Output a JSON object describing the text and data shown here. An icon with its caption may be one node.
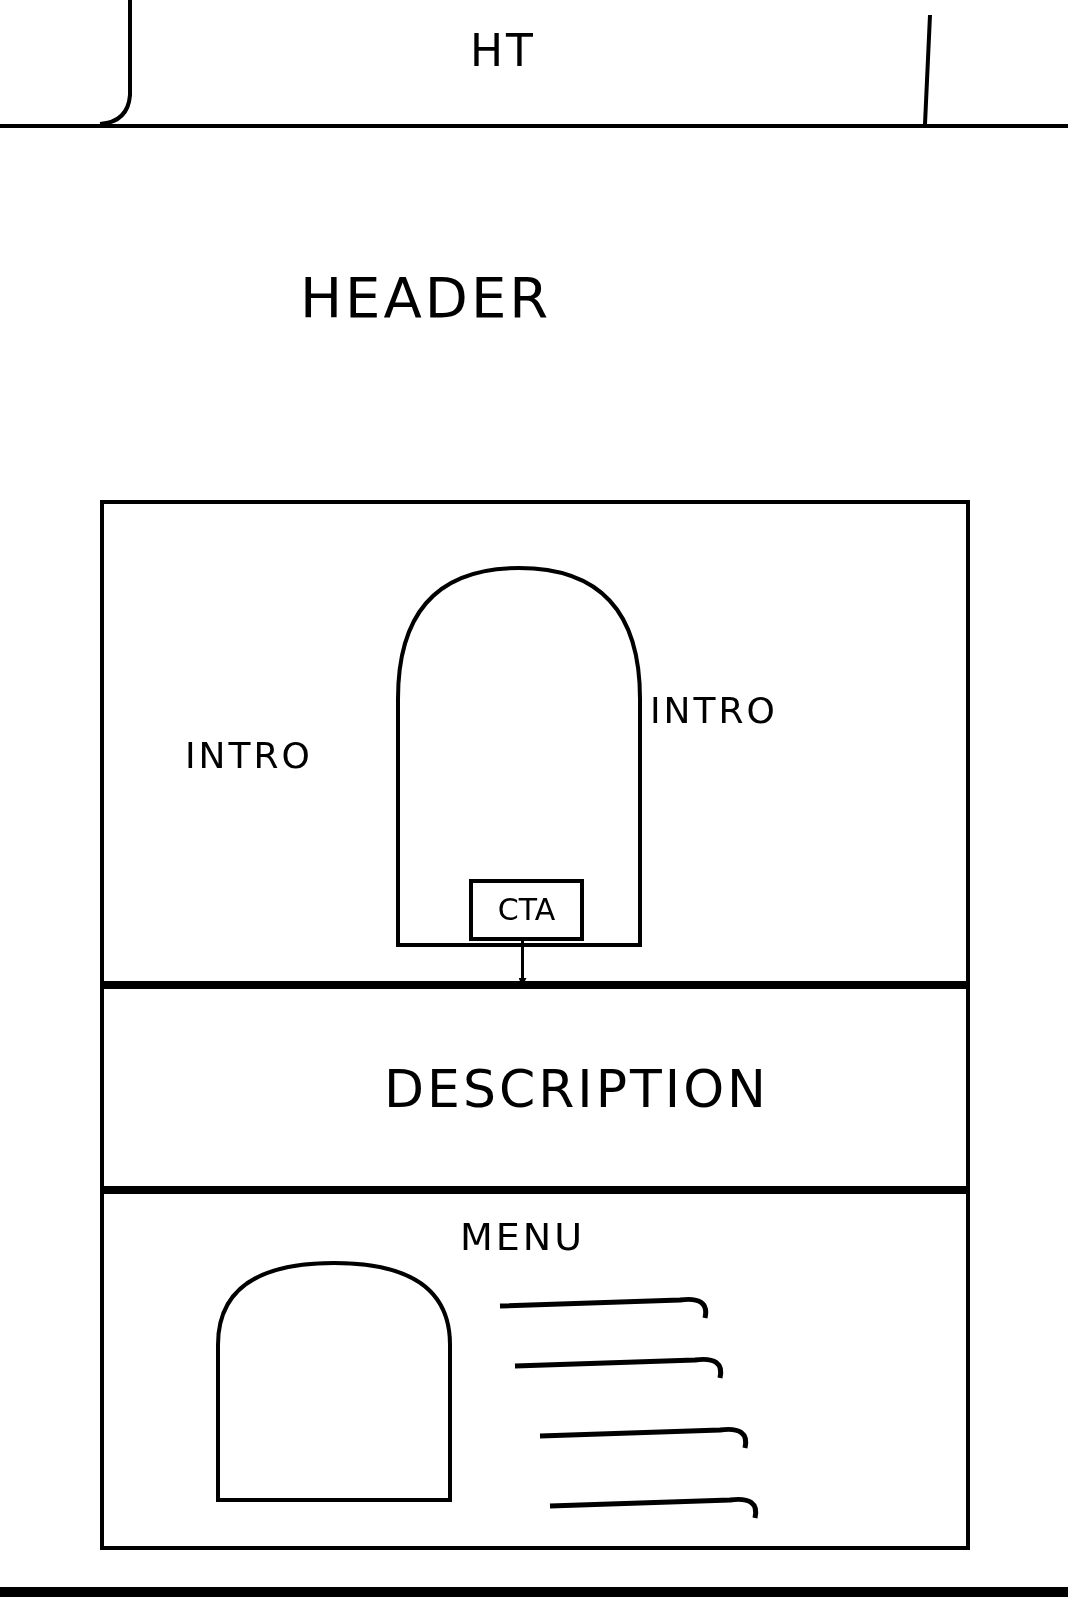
{
  "diagram": {
    "nodes": [
      {
        "text": [
          "HT"
        ]
      },
      {
        "text": [],
        "shape": "box"
      },
      {
        "text": [],
        "shape": "arch",
        "in": 1
      },
      {
        "text": [
          "CTA"
        ],
        "in": 2
      },
      {
        "text": [
          "DESCRIPTION"
        ]
      },
      {
        "text": [],
        "shape": "box"
      },
      {
        "text": [],
        "shape": "arch",
        "in": 5
      }
    ],
    "edges": [
      {
        "from": 3,
        "to": 4,
        "arrow": "to"
      }
    ],
    "labels": [
      "HEADER",
      "INTRO",
      "INTRO",
      "MENU"
    ]
  }
}
